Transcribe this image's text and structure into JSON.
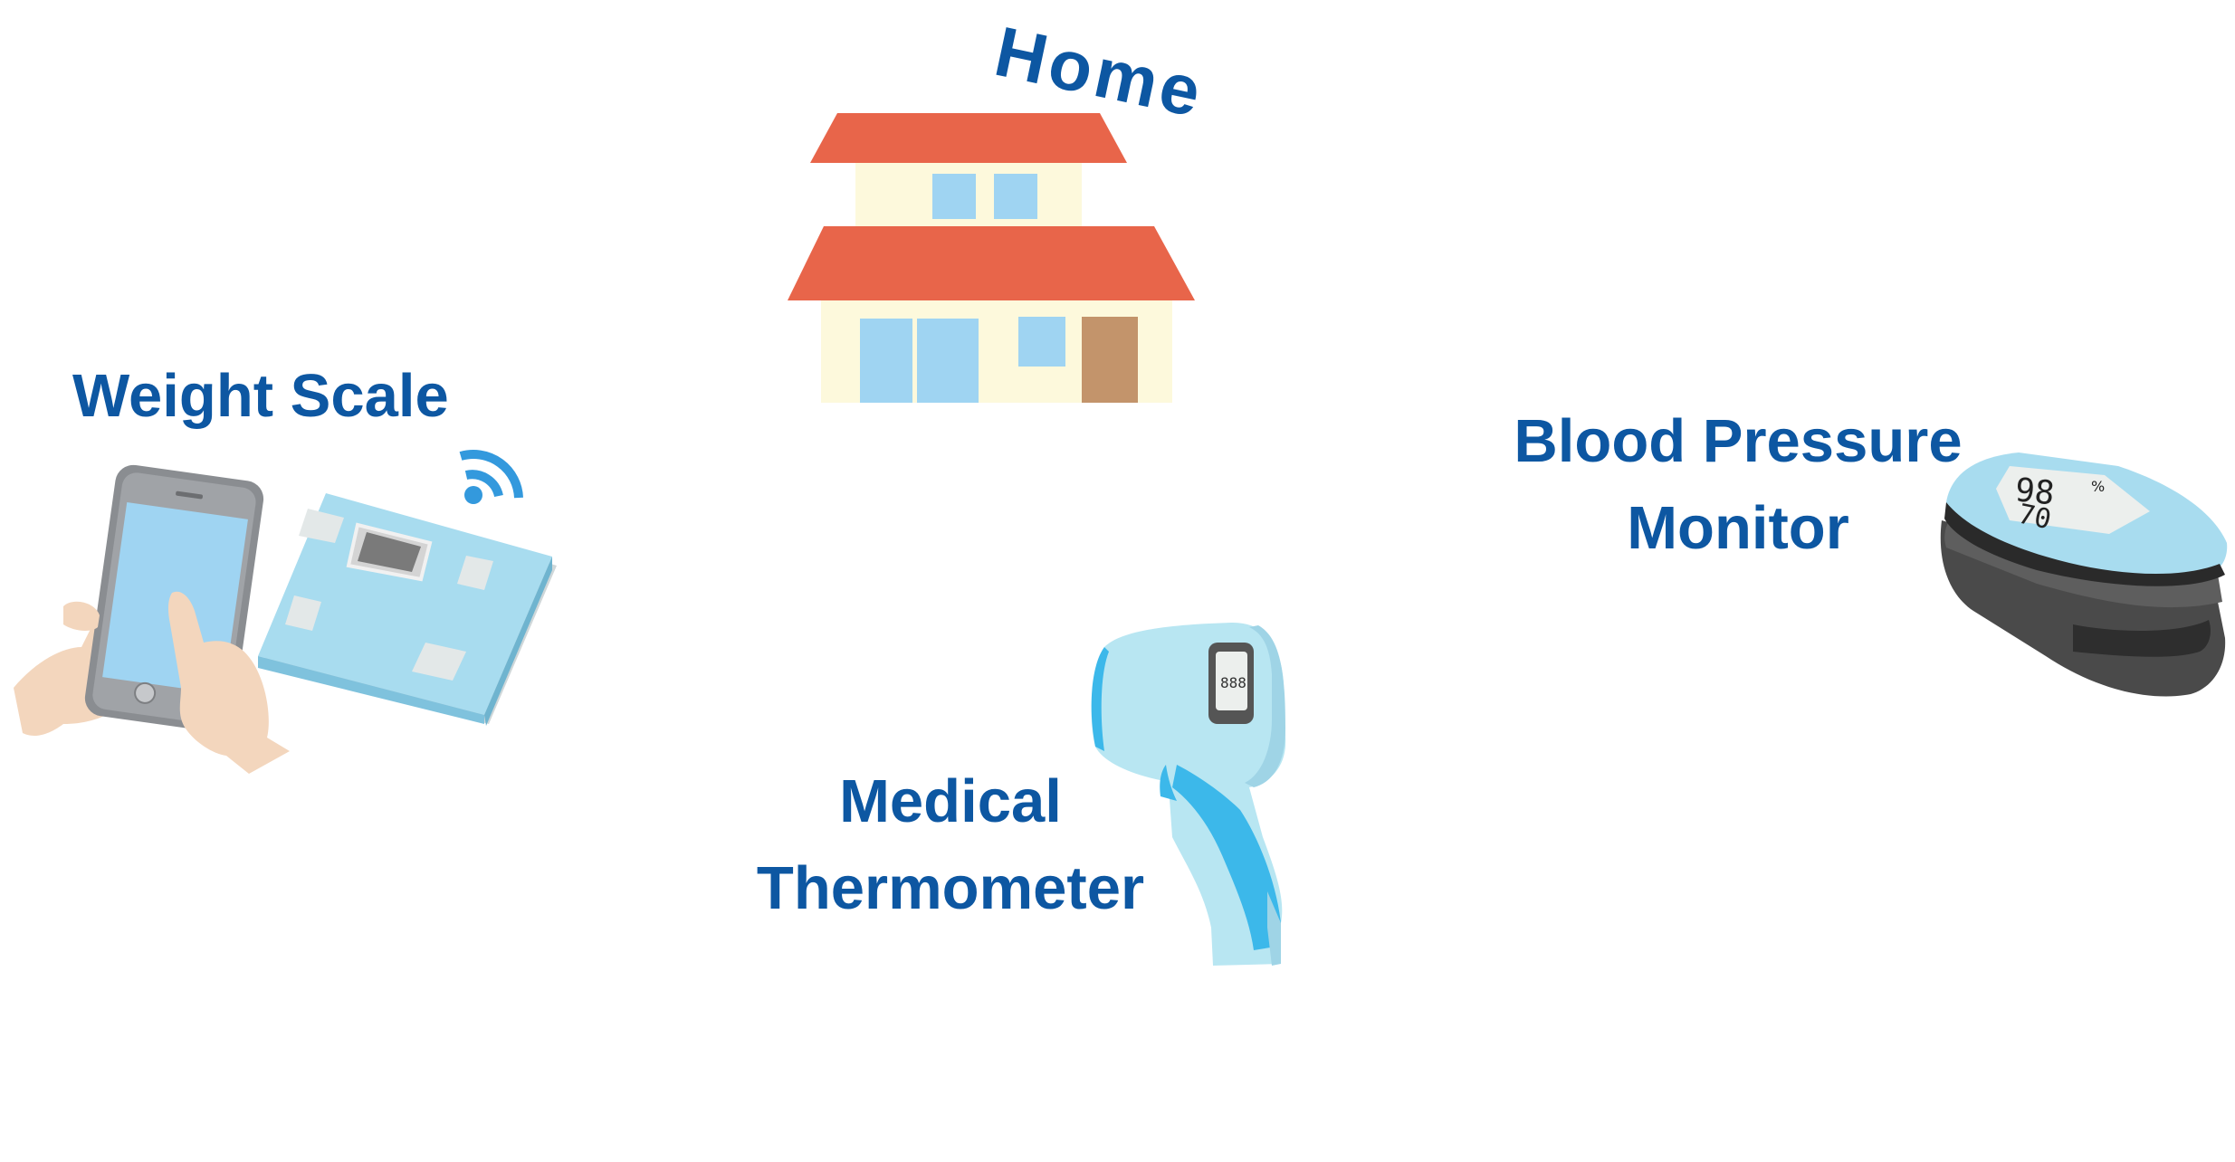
{
  "labels": {
    "home": "Home",
    "weight_scale": "Weight Scale",
    "blood_pressure_line1": "Blood Pressure",
    "blood_pressure_line2": "Monitor",
    "thermometer_line1": "Medical",
    "thermometer_line2": "Thermometer"
  },
  "icons": {
    "house": "house-icon",
    "smartphone": "smartphone-icon",
    "scale": "weight-scale-icon",
    "wifi": "wifi-signal-icon",
    "bp_monitor": "pulse-oximeter-icon",
    "thermometer": "infrared-thermometer-icon"
  },
  "colors": {
    "label_text": "#0d57a2",
    "roof": "#e8654a",
    "wall": "#fdf9dc",
    "window": "#9fd4f2",
    "door": "#c3946b",
    "device_blue": "#a8dcef",
    "device_accent": "#3cb8ea",
    "device_dark": "#3e3e3e",
    "skin": "#f3d6bd"
  },
  "displays": {
    "bp_top": "98",
    "bp_percent": "%",
    "bp_bottom": "70",
    "thermo": "888"
  }
}
